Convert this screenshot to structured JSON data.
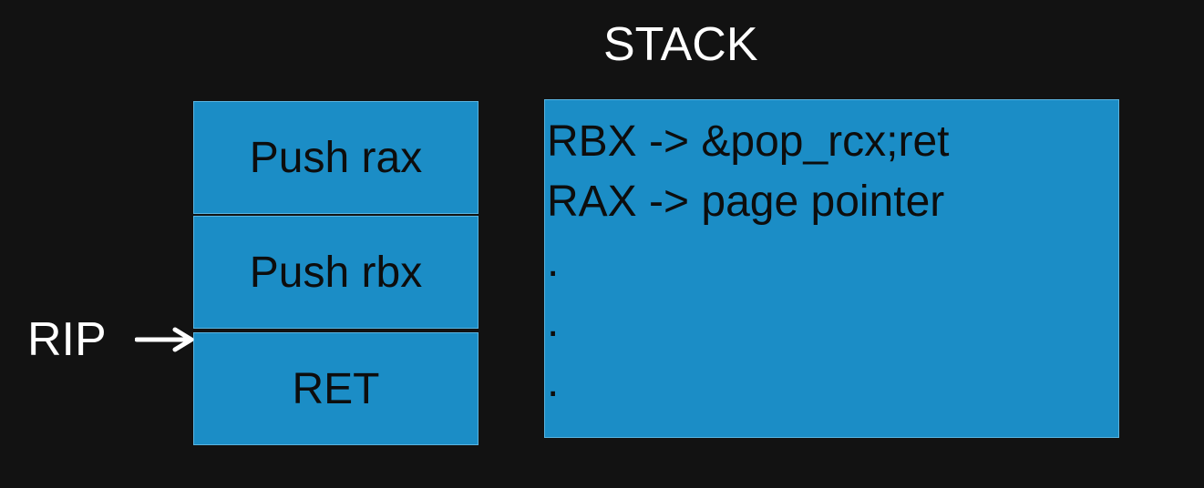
{
  "title": "STACK",
  "instructions": [
    "Push rax",
    "Push rbx",
    "RET"
  ],
  "stack_entries": [
    "RBX -> &pop_rcx;ret",
    "RAX -> page pointer",
    ".",
    ".",
    "."
  ],
  "pointer": {
    "label": "RIP",
    "points_to": "RET"
  },
  "colors": {
    "background": "#121212",
    "box_fill": "#1b8dc6",
    "box_border": "#5ab4e0",
    "box_text": "#0d0d0d",
    "label_text": "#ffffff"
  },
  "icons": {
    "pointer_arrow": "right-arrow-icon"
  }
}
